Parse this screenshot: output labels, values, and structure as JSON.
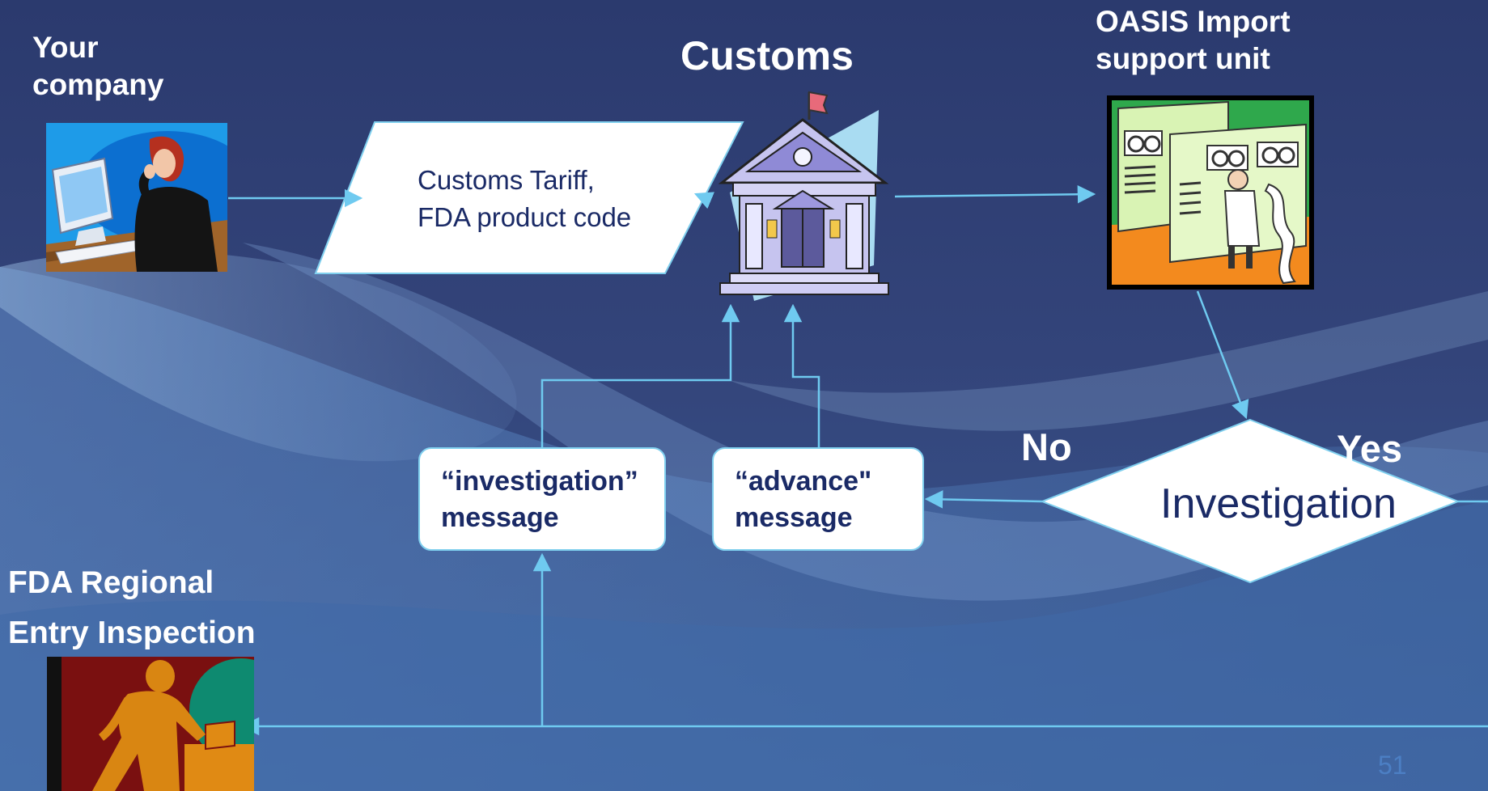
{
  "colors": {
    "background": "#2f3f72",
    "connector": "#6fcaf0",
    "box_text": "#1a2a66",
    "label_text": "#ffffff",
    "page_number": "#4c7fc4"
  },
  "actors": {
    "company": {
      "line1": "Your",
      "line2": "company",
      "icon": "office-worker-icon"
    },
    "customs": {
      "label": "Customs",
      "icon": "customs-building-icon"
    },
    "oasis": {
      "line1": "OASIS Import",
      "line2": "support unit",
      "icon": "computer-room-icon"
    },
    "fda": {
      "line1": "FDA Regional",
      "line2": "Entry Inspection",
      "icon": "inspector-icon"
    }
  },
  "data_shape": {
    "line1": "Customs Tariff,",
    "line2": "FDA product code"
  },
  "decision": {
    "label": "Investigation",
    "no_label": "No",
    "yes_label": "Yes"
  },
  "messages": {
    "investigation": {
      "line1": "“investigation”",
      "line2": "message"
    },
    "advance": {
      "line1": "“advance\"",
      "line2": "message"
    }
  },
  "page_number": "51"
}
